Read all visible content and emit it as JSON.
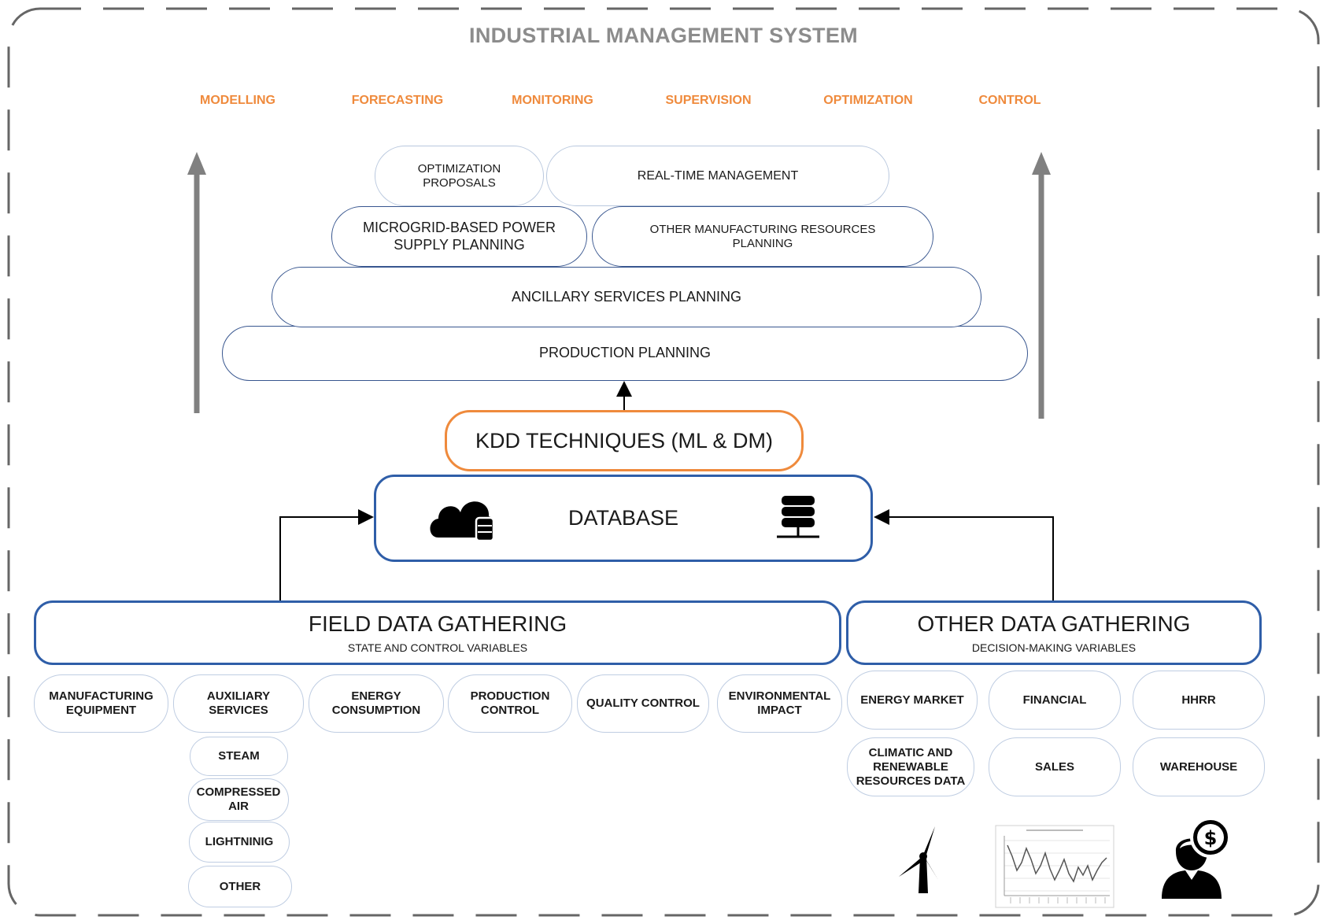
{
  "title": "INDUSTRIAL MANAGEMENT SYSTEM",
  "functions": [
    "MODELLING",
    "FORECASTING",
    "MONITORING",
    "SUPERVISION",
    "OPTIMIZATION",
    "CONTROL"
  ],
  "pyramid": {
    "optimization_proposals": "OPTIMIZATION PROPOSALS",
    "real_time_management": "REAL-TIME  MANAGEMENT",
    "microgrid": "MICROGRID-BASED  POWER SUPPLY PLANNING",
    "other_manufacturing": "OTHER MANUFACTURING RESOURCES PLANNING",
    "ancillary": "ANCILLARY SERVICES PLANNING",
    "production": "PRODUCTION PLANNING"
  },
  "kdd": "KDD TECHNIQUES (ML & DM)",
  "database": "DATABASE",
  "field": {
    "title": "FIELD DATA GATHERING",
    "subtitle": "STATE AND CONTROL VARIABLES",
    "items": [
      "MANUFACTURING EQUIPMENT",
      "AUXILIARY SERVICES",
      "ENERGY CONSUMPTION",
      "PRODUCTION CONTROL",
      "QUALITY CONTROL",
      "ENVIRONMENTAL IMPACT"
    ],
    "auxiliary_items": [
      "STEAM",
      "COMPRESSED AIR",
      "LIGHTNINIG",
      "OTHER"
    ]
  },
  "other": {
    "title": "OTHER DATA GATHERING",
    "subtitle": "DECISION-MAKING VARIABLES",
    "items": [
      "ENERGY MARKET",
      "FINANCIAL",
      "HHRR",
      "CLIMATIC AND RENEWABLE RESOURCES DATA",
      "SALES",
      "WAREHOUSE"
    ]
  },
  "icons": [
    "cloud-database-icon",
    "server-database-icon",
    "wind-turbine-icon",
    "line-chart-thumbnail-icon",
    "person-dollar-icon"
  ],
  "colors": {
    "orange": "#ef8a3c",
    "blue": "#2f5ea8",
    "dark_blue": "#38568f",
    "gray": "#8c8c8c"
  }
}
